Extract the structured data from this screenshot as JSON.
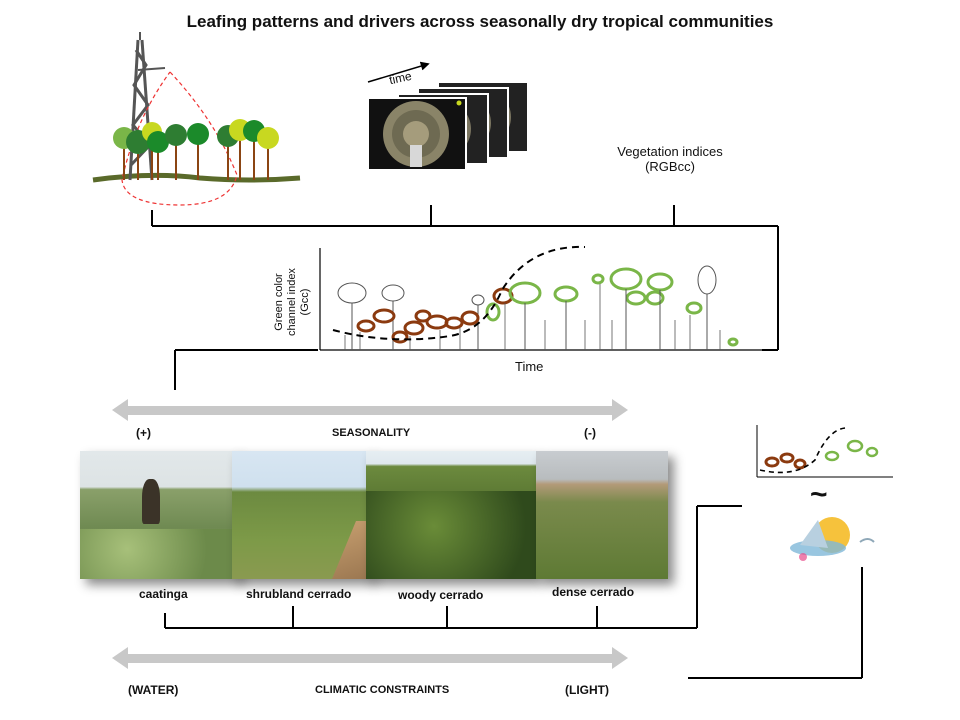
{
  "title": "Leafing patterns and drivers across seasonally dry tropical communities",
  "camera": {
    "time_label": "time"
  },
  "indices": {
    "line1": "Vegetation indices",
    "line2": "(RGBcc)"
  },
  "plot": {
    "ylabel_line1": "Green color",
    "ylabel_line2": "channel index",
    "ylabel_line3": "(Gcc)",
    "xlabel": "Time"
  },
  "seasonality": {
    "left": "(+)",
    "center": "SEASONALITY",
    "right": "(-)"
  },
  "communities": [
    {
      "name": "caatinga"
    },
    {
      "name": "shrubland cerrado"
    },
    {
      "name": "woody cerrado"
    },
    {
      "name": "dense cerrado"
    }
  ],
  "climate": {
    "left": "(WATER)",
    "center": "CLIMATIC CONSTRAINTS",
    "right": "(LIGHT)"
  },
  "relation_symbol": "~",
  "colors": {
    "brown": "#8b3a0f",
    "green_leaf": "#7ab648",
    "dark_green": "#2e7d32",
    "lime": "#c8d820",
    "arrow_gray": "#c8c8c8"
  }
}
